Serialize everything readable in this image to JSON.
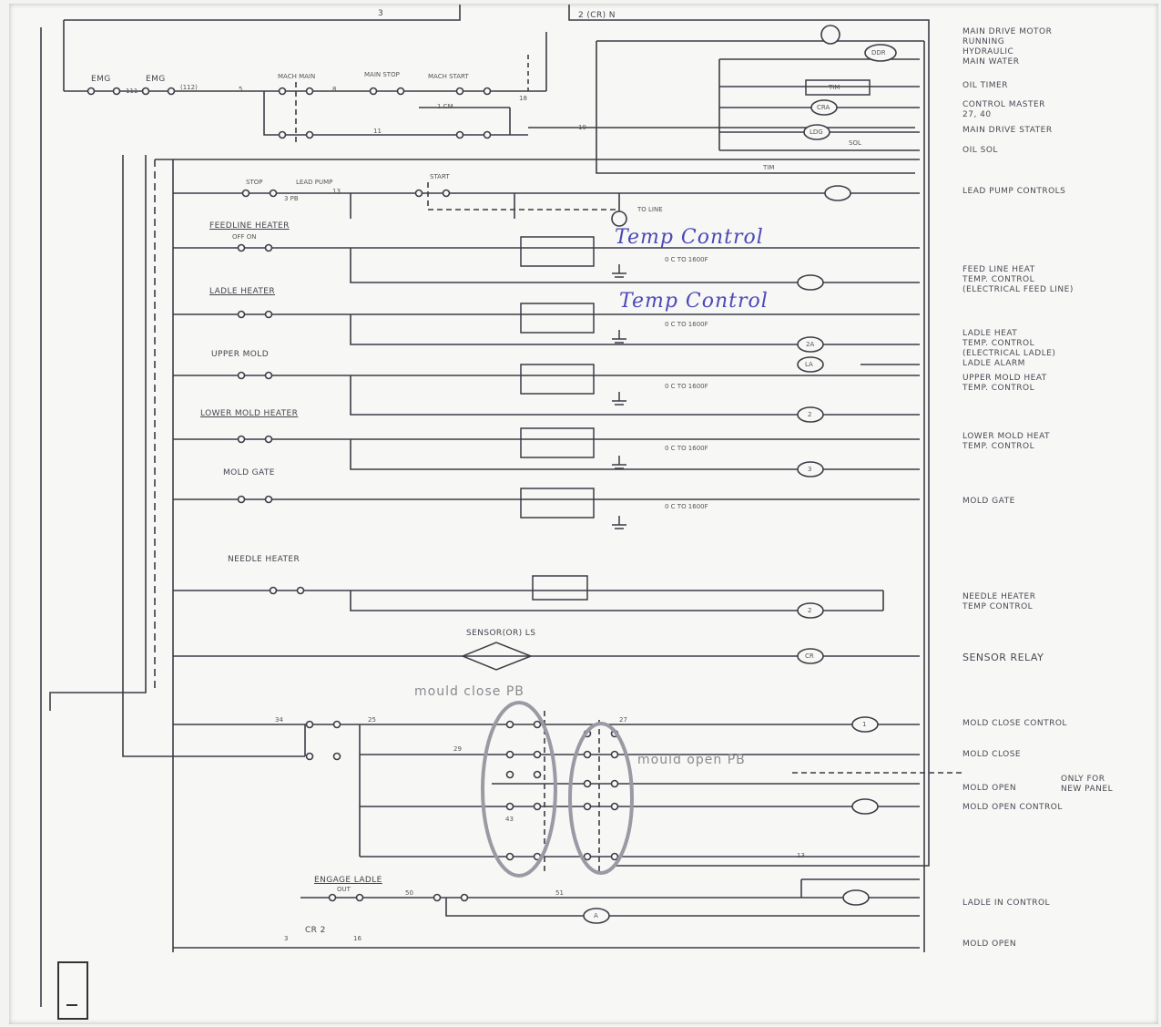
{
  "top_labels": {
    "wire_3": "3",
    "cr_on": "2 (CR) N"
  },
  "left_labels": {
    "emg1": "EMG",
    "emg2": "EMG",
    "n111": "111",
    "n112": "(112)",
    "n5": "5",
    "mach_main": "MACH MAIN",
    "main_stop": "MAIN STOP",
    "mach_start": "MACH START",
    "n8": "8",
    "n18": "18",
    "n19": "19",
    "n11": "11",
    "n1cm": "1 CM",
    "stop": "STOP",
    "lead_pump": "LEAD PUMP",
    "start": "START",
    "n13": "13",
    "n3pb": "3 PB",
    "feed_heater": "FEEDLINE HEATER",
    "off_on": "OFF   ON",
    "ladle_heater": "LADLE HEATER",
    "upper_mold": "UPPER MOLD",
    "lower_mold": "LOWER MOLD HEATER",
    "mold_gate": "MOLD GATE",
    "needle_heater": "NEEDLE HEATER",
    "sensor": "SENSOR(OR) LS",
    "mould_close_pb": "mould close PB",
    "mould_open_pb": "mould open PB",
    "engage_ladle": "ENGAGE LADLE",
    "out": "OUT",
    "cr2": "CR 2",
    "n16": "16",
    "n3b": "3",
    "n34": "34",
    "n25": "25",
    "n27": "27",
    "n29": "29",
    "n43": "43",
    "n13b": "13",
    "n50": "50",
    "n51": "51",
    "tim": "TIM",
    "to_line": "TO LINE",
    "temp_range": "0 C TO 1600F"
  },
  "handwriting": [
    "Temp Control",
    "Temp Control"
  ],
  "right_labels": [
    "MAIN DRIVE MOTOR\nRUNNING\nHYDRAULIC\nMAIN WATER",
    "OIL TIMER",
    "CONTROL MASTER\n27, 40",
    "MAIN DRIVE STATER",
    "OIL SOL",
    "LEAD PUMP CONTROLS",
    "FEED LINE HEAT\nTEMP. CONTROL\n(ELECTRICAL FEED LINE)",
    "LADLE HEAT\nTEMP. CONTROL\n(ELECTRICAL LADLE)\nLADLE ALARM",
    "UPPER MOLD HEAT\nTEMP. CONTROL",
    "LOWER MOLD HEAT\nTEMP. CONTROL",
    "MOLD GATE",
    "NEEDLE HEATER\nTEMP CONTROL",
    "SENSOR RELAY",
    "MOLD CLOSE CONTROL",
    "MOLD CLOSE",
    "MOLD OPEN",
    "MOLD OPEN CONTROL",
    "LADLE IN CONTROL",
    "MOLD OPEN"
  ],
  "side_note": "ONLY FOR\nNEW PANEL",
  "coil_labels": [
    "DDR",
    "TIM",
    "CRA",
    "LDG",
    "SOL",
    "2A",
    "LA",
    "2",
    "3",
    "2",
    "CR",
    "1",
    "A"
  ]
}
